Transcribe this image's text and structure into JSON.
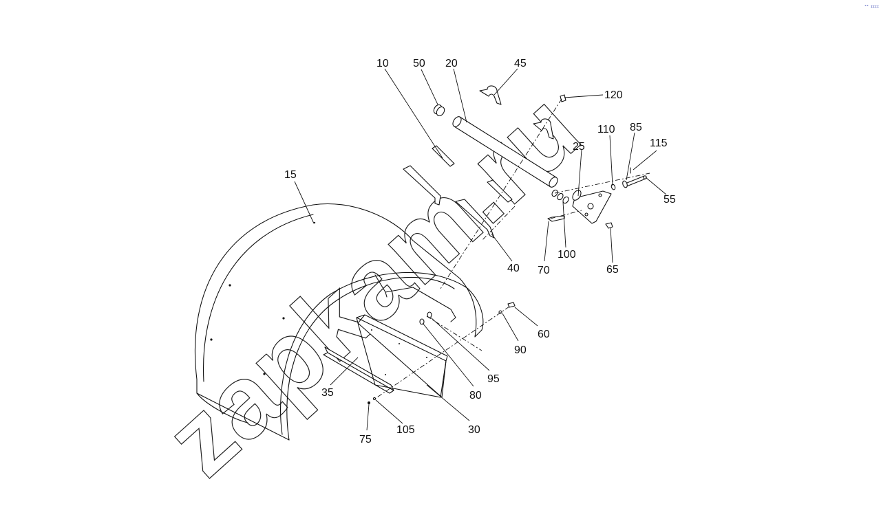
{
  "watermark": "zapkam.ru",
  "corner_mark": "⁰⁰ ɪɪɪɪ",
  "labels": {
    "p10": "10",
    "p50": "50",
    "p20": "20",
    "p45": "45",
    "p120": "120",
    "p110": "110",
    "p85": "85",
    "p115": "115",
    "p25": "25",
    "p55": "55",
    "p15": "15",
    "p40": "40",
    "p70": "70",
    "p100": "100",
    "p65": "65",
    "p60": "60",
    "p90": "90",
    "p95": "95",
    "p80": "80",
    "p35": "35",
    "p30": "30",
    "p105": "105",
    "p75": "75"
  }
}
